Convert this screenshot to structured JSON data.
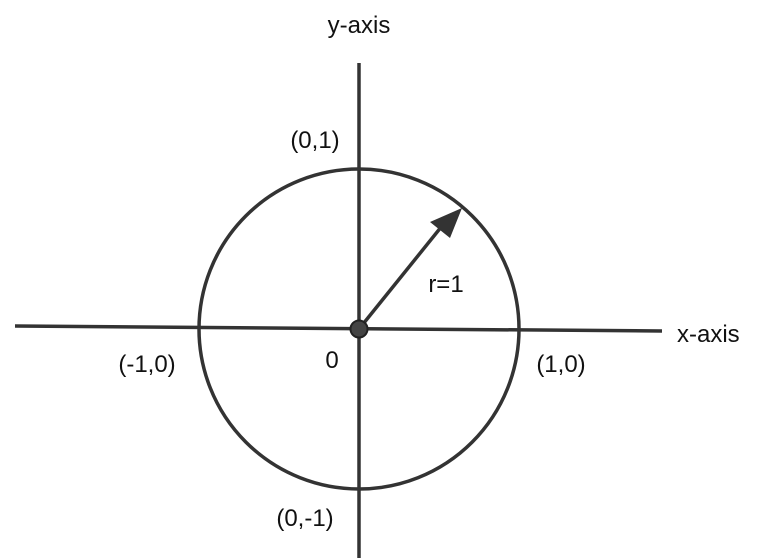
{
  "labels": {
    "y_axis": "y-axis",
    "x_axis": "x-axis",
    "top_point": "(0,1)",
    "bottom_point": "(0,-1)",
    "left_point": "(-1,0)",
    "right_point": "(1,0)",
    "origin": "0",
    "radius": "r=1"
  },
  "colors": {
    "stroke": "#333333",
    "origin_fill": "#444444",
    "text": "#111111"
  }
}
